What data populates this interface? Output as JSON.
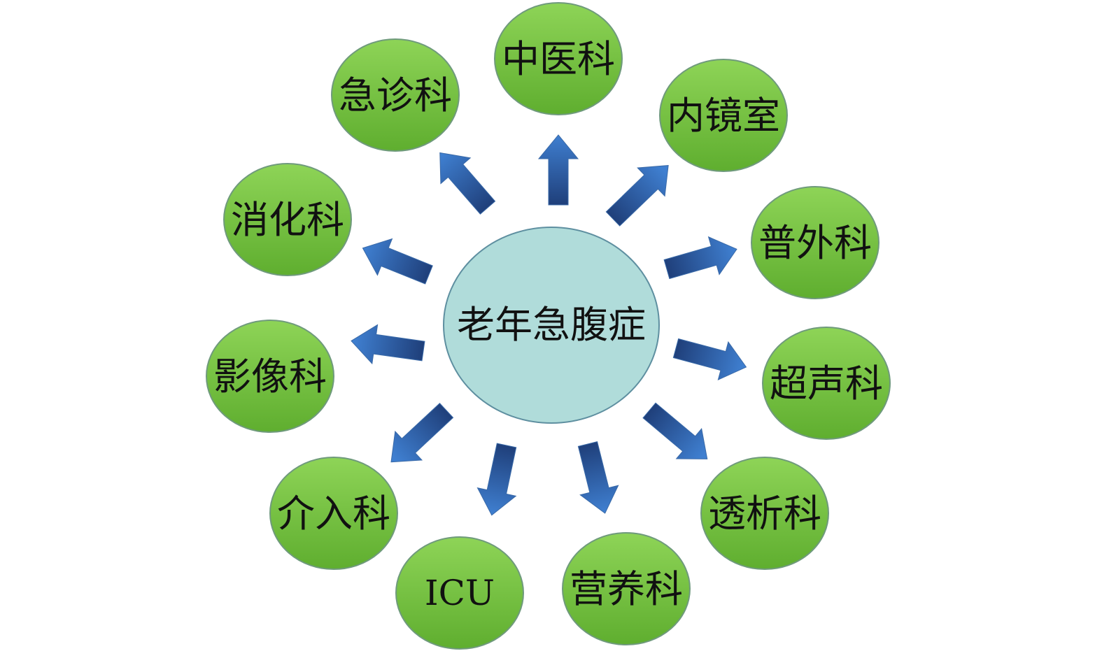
{
  "center": {
    "label": "老年急腹症"
  },
  "departments": [
    {
      "id": "zhongyi",
      "label": "中医科"
    },
    {
      "id": "neijing",
      "label": "内镜室"
    },
    {
      "id": "puwai",
      "label": "普外科"
    },
    {
      "id": "chaosheng",
      "label": "超声科"
    },
    {
      "id": "touxi",
      "label": "透析科"
    },
    {
      "id": "yingyang",
      "label": "营养科"
    },
    {
      "id": "icu",
      "label": "ICU"
    },
    {
      "id": "jieru",
      "label": "介入科"
    },
    {
      "id": "yingxiang",
      "label": "影像科"
    },
    {
      "id": "xiaohua",
      "label": "消化科"
    },
    {
      "id": "jizhen",
      "label": "急诊科"
    }
  ],
  "colors": {
    "node_top": "#8ed457",
    "node_bottom": "#5fae2f",
    "node_stroke": "#6f9a7c",
    "center_fill": "#b0dcda",
    "center_stroke": "#5e8fa0",
    "arrow_light": "#3f7fd0",
    "arrow_dark": "#1f3f7a"
  }
}
